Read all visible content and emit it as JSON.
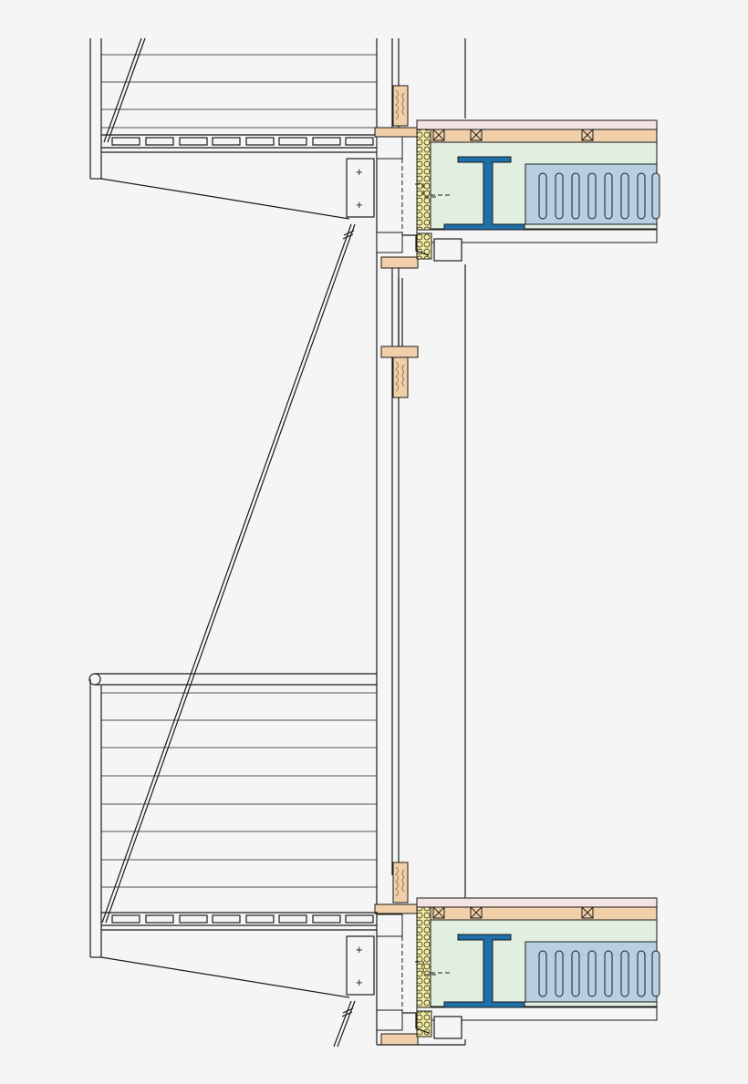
{
  "drawing": {
    "type": "architectural facade section detail",
    "colors": {
      "background": "#f5f5f5",
      "line": "#1a1a1a",
      "timber": "#f1cfa8",
      "insulation": "#f2eaa0",
      "slab_screed": "#e1efe1",
      "floor_finish": "#f4e3e3",
      "steel_beam": "#1f6fa8",
      "hollowcore": "#b6d0e2"
    },
    "elements": [
      "balcony-balustrade",
      "balcony-deck",
      "steel-tie-rod",
      "window-frame",
      "timber-blocking",
      "steel-i-beam",
      "hollowcore-slab",
      "insulation-strip"
    ]
  }
}
